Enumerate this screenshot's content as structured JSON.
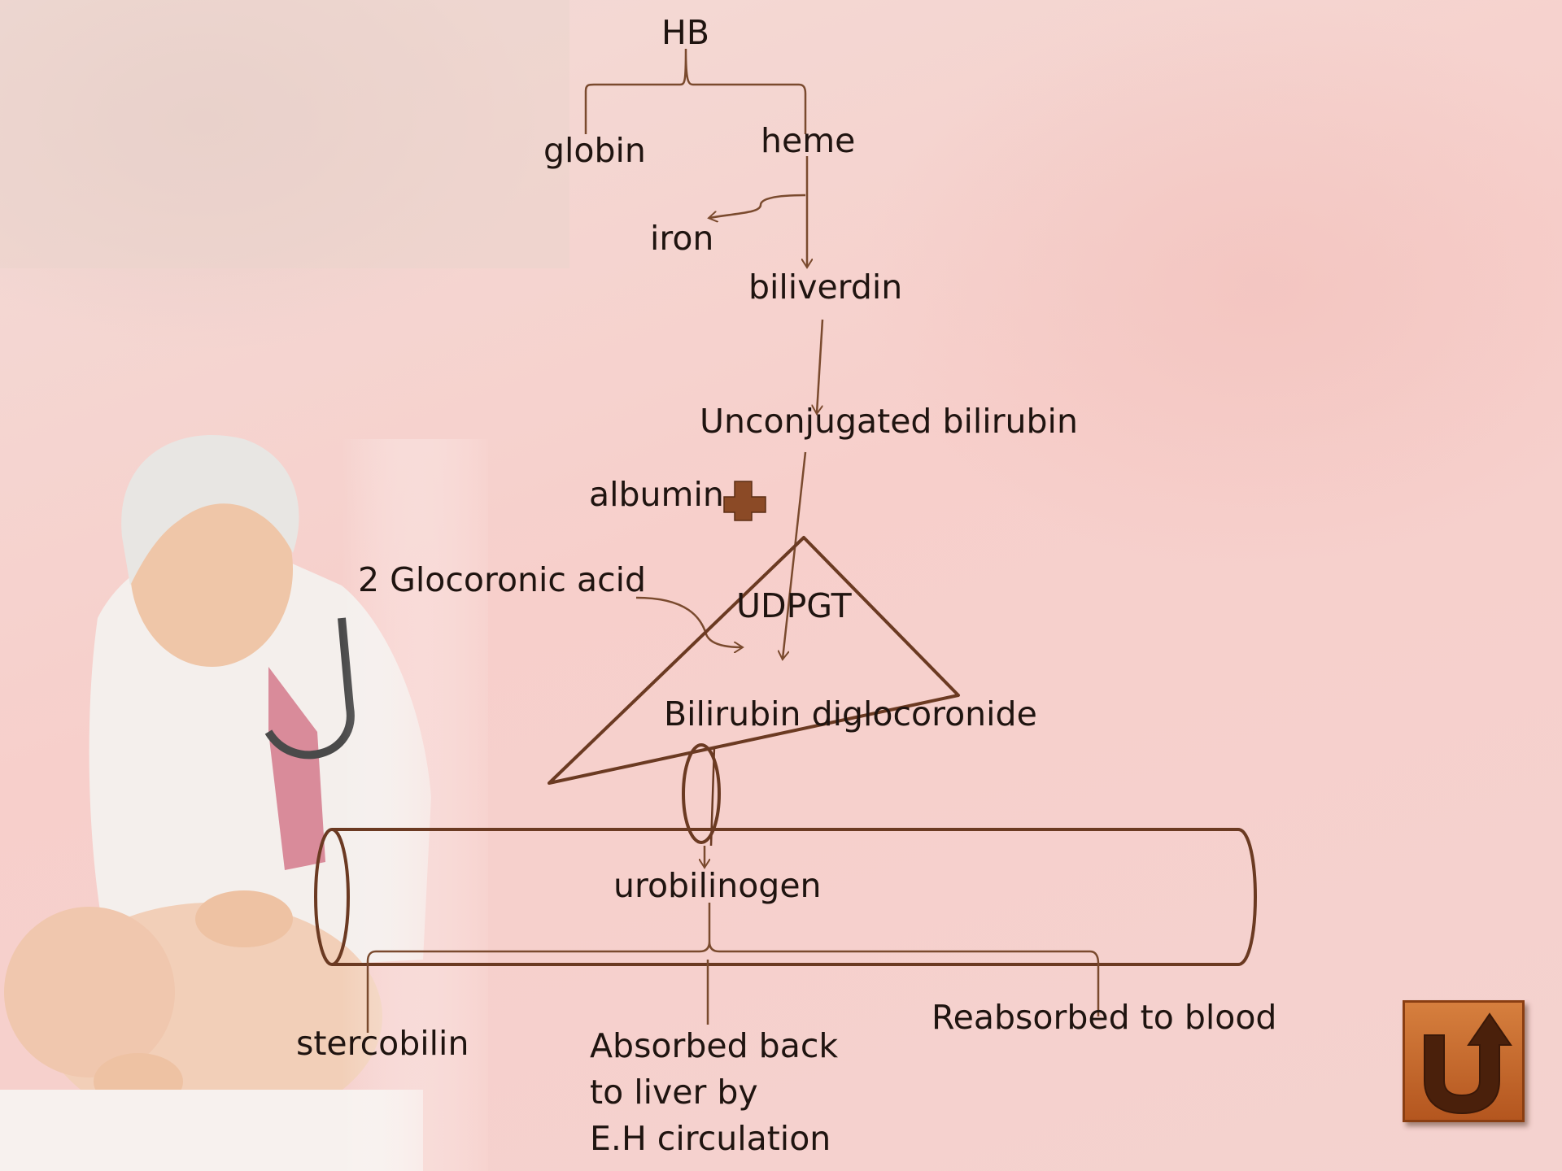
{
  "diagram": {
    "nodes": {
      "hb": "HB",
      "globin": "globin",
      "heme": "heme",
      "iron": "iron",
      "biliverdin": "biliverdin",
      "unconjugated": "Unconjugated bilirubin",
      "albumin": "albumin",
      "glucoronic": "2 Glocoronic acid",
      "udpgt": "UDPGT",
      "diglucoronide": "Bilirubin diglocoronide",
      "urobilinogen": "urobilinogen",
      "stercobilin": "stercobilin",
      "absorbed_lines": [
        "Absorbed back",
        "to liver by",
        "E.H circulation"
      ],
      "reabsorbed": "Reabsorbed to blood"
    },
    "colors": {
      "stroke": "#7a4a2e",
      "liver_stroke": "#6b3a22",
      "text": "#1f1410",
      "plus_icon": "#8b4a26"
    }
  },
  "navigation": {
    "back_icon": "return-arrow-icon",
    "back_color": "#c46a2e"
  },
  "background": {
    "icons": [
      "doctor-with-baby-photo"
    ]
  }
}
